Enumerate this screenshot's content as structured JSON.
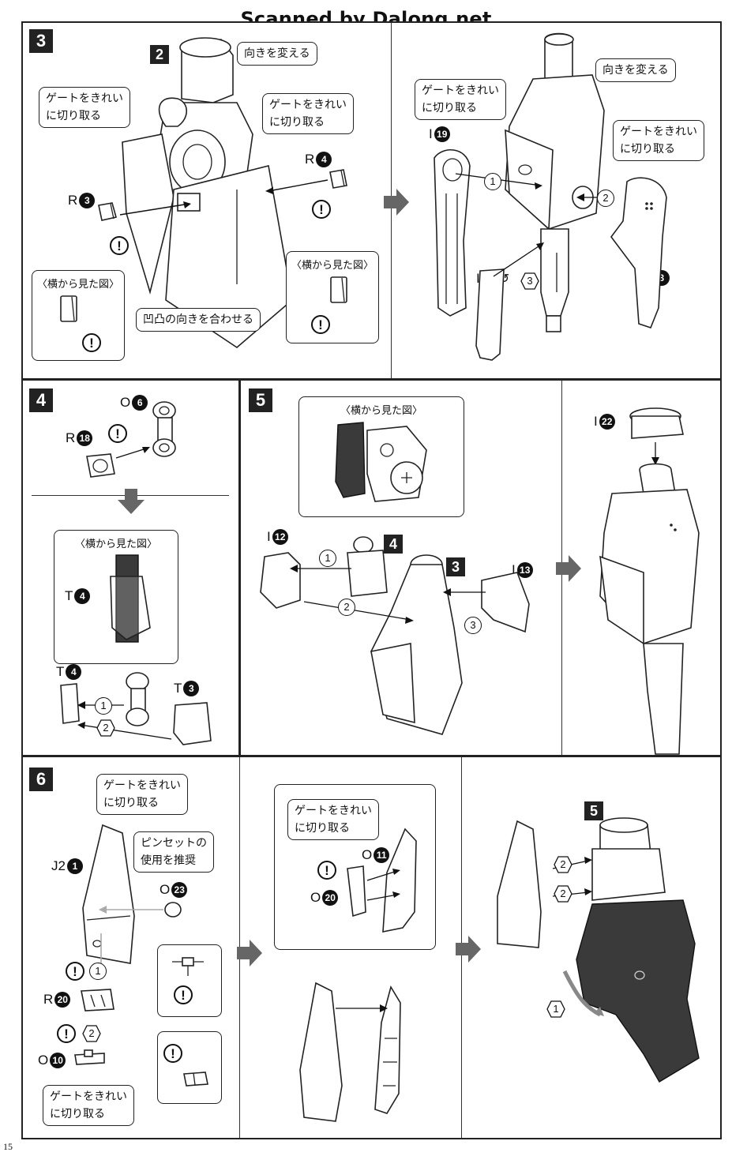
{
  "watermark": "Scanned by Dalong.net",
  "page_number": "15",
  "steps": {
    "s3": "3",
    "s4": "4",
    "s5": "5",
    "s6": "6"
  },
  "refs": {
    "r2": "2",
    "r3": "3",
    "r4": "4",
    "r5": "5"
  },
  "labels": {
    "change_direction": "向きを変える",
    "gate_clean_1": "ゲートをきれい",
    "gate_clean_2": "に切り取る",
    "side_view": "〈横から見た図〉",
    "match_bumps": "凹凸の向きを合わせる",
    "tweezers_1": "ピンセットの",
    "tweezers_2": "使用を推奨"
  },
  "parts": {
    "R3": {
      "letter": "R",
      "num": "3"
    },
    "R4": {
      "letter": "R",
      "num": "4"
    },
    "I19": {
      "letter": "I",
      "num": "19"
    },
    "I4": {
      "letter": "I",
      "num": "4"
    },
    "I8": {
      "letter": "I",
      "num": "8"
    },
    "O6": {
      "letter": "O",
      "num": "6"
    },
    "R18": {
      "letter": "R",
      "num": "18"
    },
    "T4a": {
      "letter": "T",
      "num": "4"
    },
    "T4b": {
      "letter": "T",
      "num": "4"
    },
    "T3": {
      "letter": "T",
      "num": "3"
    },
    "I12": {
      "letter": "I",
      "num": "12"
    },
    "I13": {
      "letter": "I",
      "num": "13"
    },
    "I22": {
      "letter": "I",
      "num": "22"
    },
    "J2_1": {
      "letter": "J2",
      "num": "1"
    },
    "O23": {
      "letter": "O",
      "num": "23"
    },
    "R20": {
      "letter": "R",
      "num": "20"
    },
    "O10": {
      "letter": "O",
      "num": "10"
    },
    "O11": {
      "letter": "O",
      "num": "11"
    },
    "O20": {
      "letter": "O",
      "num": "20"
    }
  },
  "order_marks": {
    "one": "1",
    "two": "2",
    "three": "3"
  },
  "warning_symbol": "!",
  "icons": [
    "warning-icon",
    "step-arrow-icon",
    "order-hexagon-icon",
    "order-circle-icon",
    "curve-arrow-icon"
  ]
}
